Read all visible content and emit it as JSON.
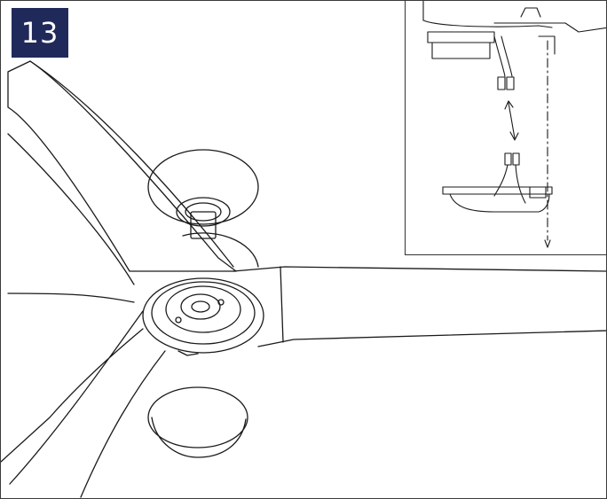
{
  "step": {
    "number": "13"
  },
  "illustration": {
    "main": "ceiling-fan-assembly",
    "inset": "wire-connection-detail"
  },
  "colors": {
    "badge_bg": "#1f2a5a",
    "badge_text": "#ffffff",
    "line": "#1a1a1a"
  }
}
